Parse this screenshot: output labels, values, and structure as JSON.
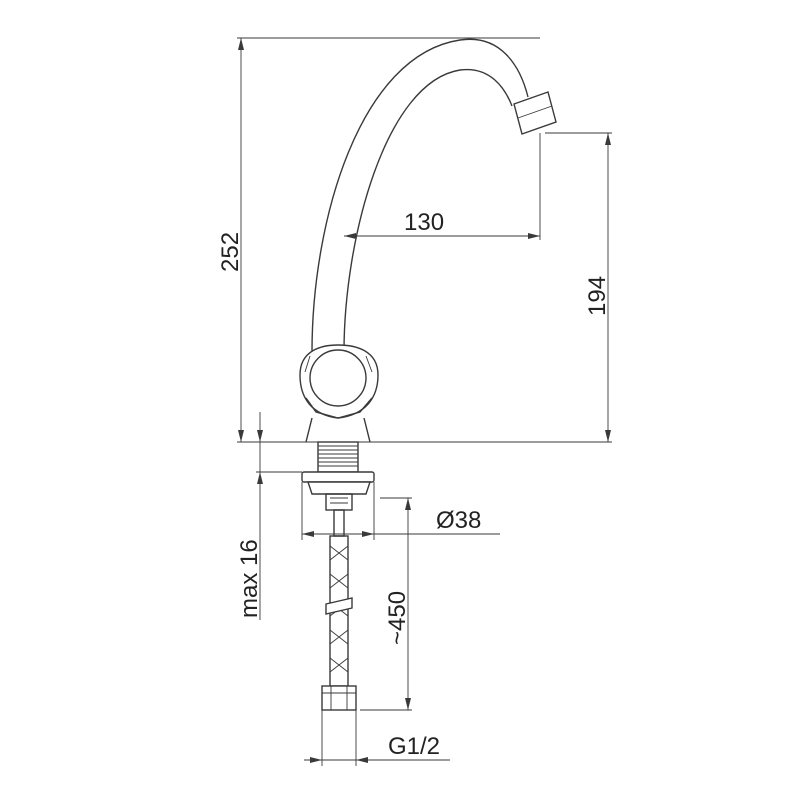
{
  "dimensions": {
    "total_height": "252",
    "spout_reach": "130",
    "spout_height": "194",
    "max_thickness": "max 16",
    "base_diameter": "Ø38",
    "hose_length": "~450",
    "connection_thread": "G1/2"
  }
}
